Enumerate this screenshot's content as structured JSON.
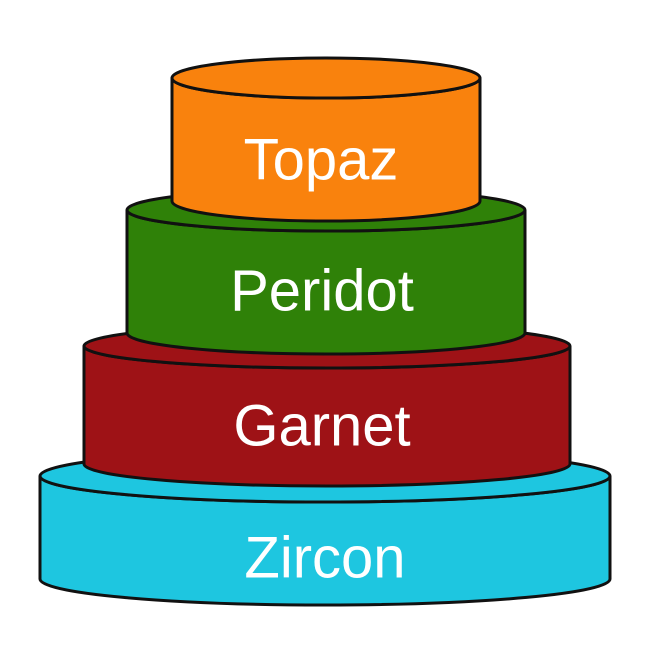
{
  "diagram": {
    "tiers": [
      {
        "label": "Zircon",
        "color": "#1ec6e0",
        "icon": "cylinder-tier"
      },
      {
        "label": "Garnet",
        "color": "#9e1216",
        "icon": "cylinder-tier"
      },
      {
        "label": "Peridot",
        "color": "#2f8108",
        "icon": "cylinder-tier"
      },
      {
        "label": "Topaz",
        "color": "#f9820d",
        "icon": "cylinder-tier"
      }
    ],
    "outline_color": "#111111"
  }
}
